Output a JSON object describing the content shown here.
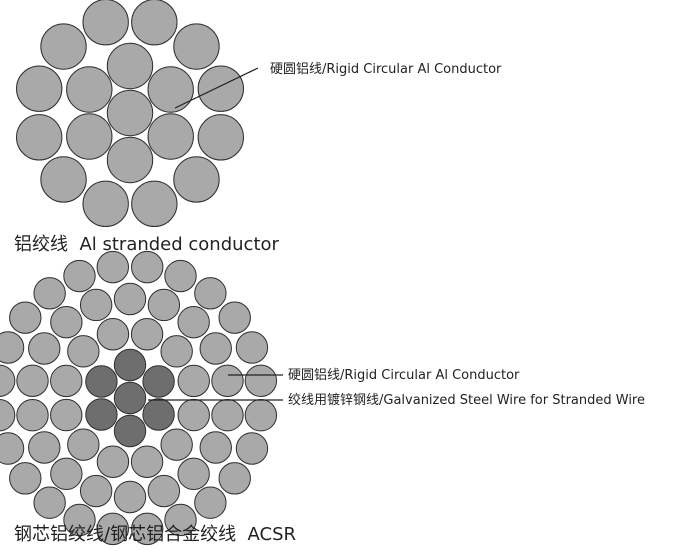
{
  "colors": {
    "aluminum_fill": "#a9a9a9",
    "steel_fill": "#6e6e6e",
    "wire_stroke": "#2f2f2f",
    "leader_line": "#222222",
    "text": "#222222"
  },
  "diagrams": [
    {
      "caption": "铝绞线  Al stranded conductor",
      "layers": [
        {
          "material": "aluminum",
          "count": 1
        },
        {
          "material": "aluminum",
          "count": 6
        },
        {
          "material": "aluminum",
          "count": 12
        }
      ],
      "callouts": [
        {
          "label": "硬圆铝线/Rigid Circular Al Conductor",
          "points_to": "aluminum"
        }
      ]
    },
    {
      "caption": "钢芯铝绞线/钢芯铝合金绞线  ACSR",
      "layers": [
        {
          "material": "steel",
          "count": 1
        },
        {
          "material": "steel",
          "count": 6
        },
        {
          "material": "aluminum",
          "count": 12
        },
        {
          "material": "aluminum",
          "count": 18
        },
        {
          "material": "aluminum",
          "count": 24
        }
      ],
      "callouts": [
        {
          "label": "硬圆铝线/Rigid Circular Al Conductor",
          "points_to": "aluminum"
        },
        {
          "label": "绞线用镀锌钢线/Galvanized Steel Wire for Stranded Wire",
          "points_to": "steel"
        }
      ]
    }
  ]
}
